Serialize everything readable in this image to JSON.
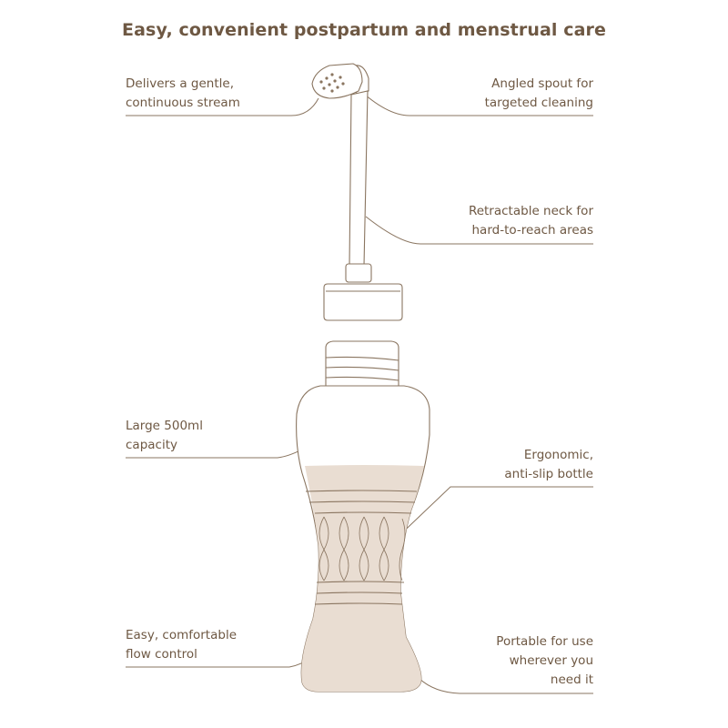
{
  "title": "Easy, convenient postpartum and menstrual care",
  "colors": {
    "text": "#6e5843",
    "line": "#8a7560",
    "outline": "#8a7560",
    "fill": "#e9ddd2",
    "white": "#ffffff"
  },
  "callouts": [
    {
      "id": "gentle-stream",
      "lines": [
        "Delivers a gentle,",
        "continuous stream"
      ]
    },
    {
      "id": "angled-spout",
      "lines": [
        "Angled spout for",
        "targeted cleaning"
      ]
    },
    {
      "id": "retractable-neck",
      "lines": [
        "Retractable neck for",
        "hard-to-reach areas"
      ]
    },
    {
      "id": "capacity",
      "lines": [
        "Large 500ml",
        "capacity"
      ]
    },
    {
      "id": "ergonomic",
      "lines": [
        "Ergonomic,",
        "anti-slip bottle"
      ]
    },
    {
      "id": "flow-control",
      "lines": [
        "Easy, comfortable",
        "flow control"
      ]
    },
    {
      "id": "portable",
      "lines": [
        "Portable for use",
        "wherever you",
        "need it"
      ]
    }
  ]
}
